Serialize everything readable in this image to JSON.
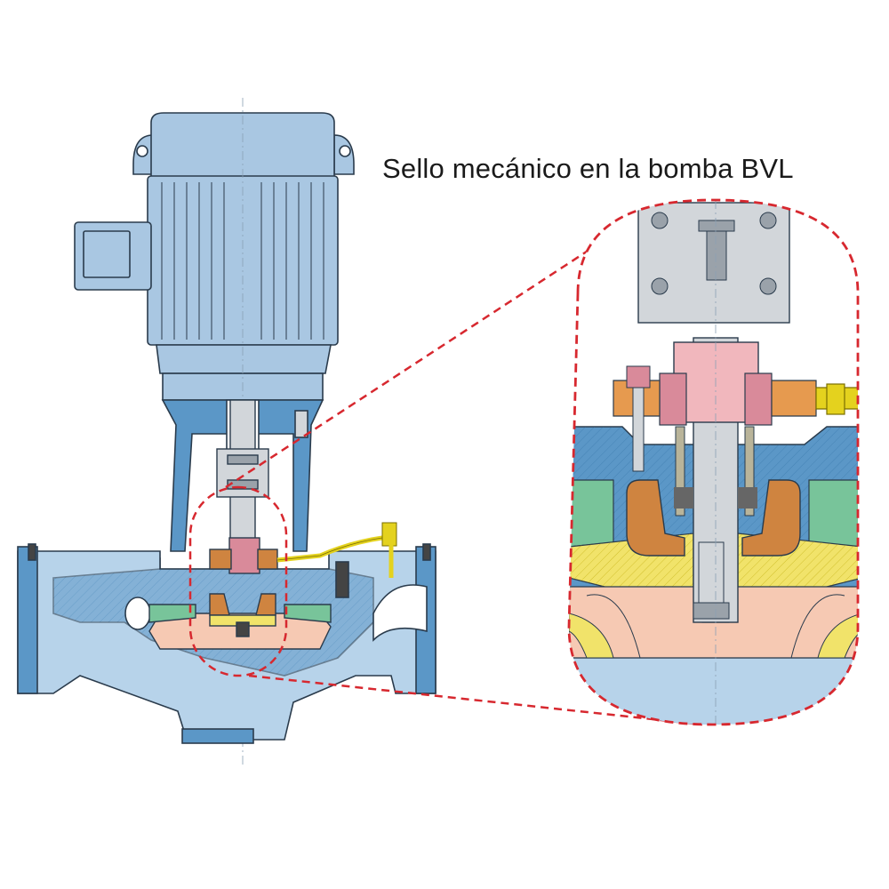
{
  "title": "Sello mecánico en la bomba BVL",
  "colors": {
    "casing": "#5b97c7",
    "casing_light": "#b7d3ea",
    "motor": "#a9c7e2",
    "outline": "#2a3b4c",
    "seal": "#d98a9a",
    "seal_light": "#f1b7bd",
    "impeller": "#f6c9b3",
    "wear_ring": "#f1e36a",
    "gland": "#cf8440",
    "gasket": "#78c49a",
    "bracket": "#d2d6da",
    "flush_line": "#e4d21e",
    "callout": "#d7282f"
  },
  "icons": [
    "motor",
    "pump-casing",
    "shaft",
    "coupling",
    "mechanical-seal",
    "impeller",
    "flush-line",
    "callout-ellipse"
  ]
}
